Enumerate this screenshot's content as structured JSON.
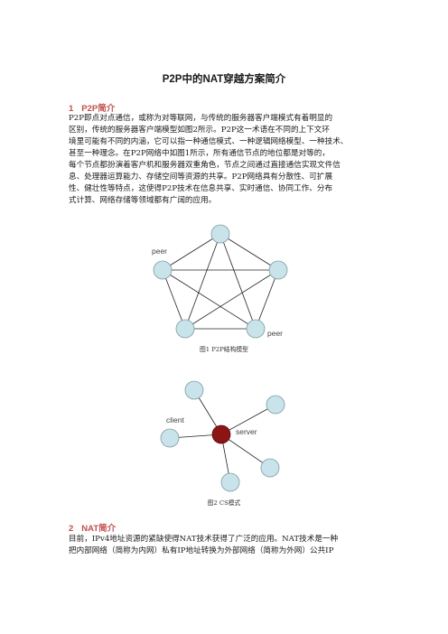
{
  "title": "P2P中的NAT穿越方案简介",
  "section1": {
    "number": "1",
    "title": "P2P简介"
  },
  "para1": [
    "P2P即点对点通信，或称为对等联网，与传统的服务器客户端模式有着明显的",
    "区别，传统的服务器客户端模型如图2所示。P2P这一术语在不同的上下文环",
    "境里可能有不同的内涵，它可以指一种通信模式、一种逻辑网络模型、一种技术、",
    "甚至一种理念。在P2P网络中如图1所示，所有通信节点的地位都是对等的，",
    "每个节点都扮演着客户机和服务器双重角色，节点之间通过直接通信实现文件信",
    "息、处理器运算能力、存储空间等资源的共享。P2P网络具有分散性、可扩展",
    "性、健壮性等特点，这使得P2P技术在信息共享、实时通信、协同工作、分布",
    "式计算、网络存储等领域都有广阔的应用。"
  ],
  "figure1": {
    "caption": "图1 P2P结构模型",
    "label_left": "peer",
    "label_right": "peer"
  },
  "figure2": {
    "caption": "图2 CS模式",
    "label_client": "client",
    "label_server": "server"
  },
  "section2": {
    "number": "2",
    "title": "NAT简介"
  },
  "para2": [
    "目前，IPv4地址资源的紧缺使得NAT技术获得了广泛的应用。NAT技术是一种",
    "把内部网络（简称为内网）私有IP地址转换为外部网络（简称为外网）公共IP"
  ],
  "colors": {
    "heading": "#c0504d",
    "node_fill": "#c8e3e9",
    "server_fill": "#8b1414"
  }
}
